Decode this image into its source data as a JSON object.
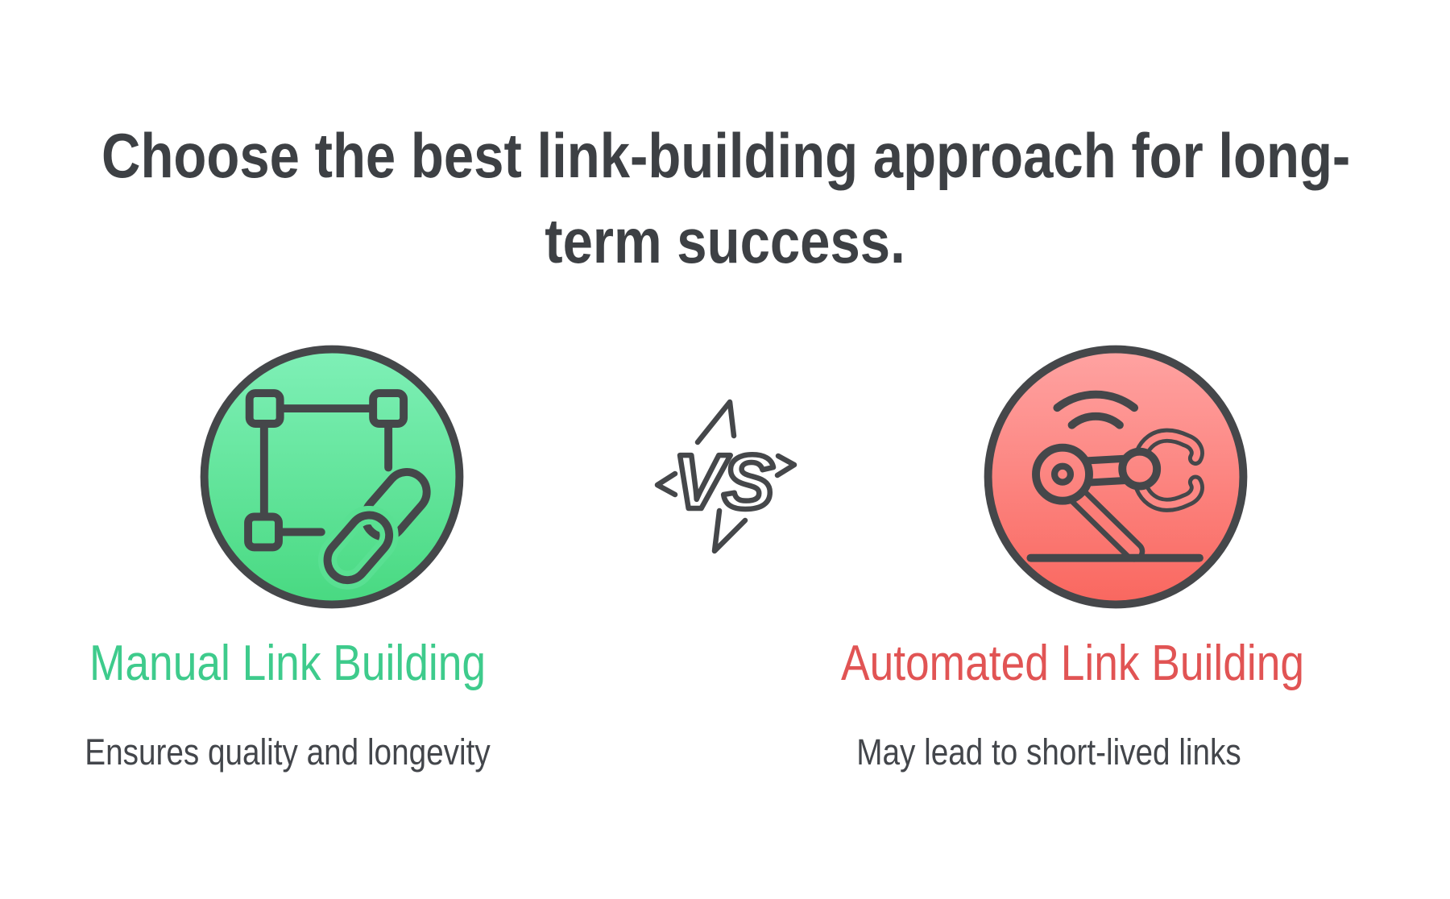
{
  "title": {
    "line1": "Choose the best link-building approach for long-",
    "line2": "term success."
  },
  "vs_badge": {
    "label": "VS"
  },
  "comparison": {
    "left": {
      "label": "Manual Link Building",
      "description": "Ensures quality and longevity",
      "accent_color": "#3ecb8c",
      "icon": "selection-frame-chain-link-icon",
      "circle_gradient_top": "#7ff0b7",
      "circle_gradient_bottom": "#48d981"
    },
    "right": {
      "label": "Automated Link Building",
      "description": "May lead to short-lived links",
      "accent_color": "#e15454",
      "icon": "robot-arm-icon",
      "circle_gradient_top": "#ffa3a2",
      "circle_gradient_bottom": "#f9675f"
    }
  },
  "colors": {
    "background": "#ffffff",
    "title_text": "#3d4044",
    "description_text": "#43464b",
    "icon_outline": "#45474a"
  }
}
